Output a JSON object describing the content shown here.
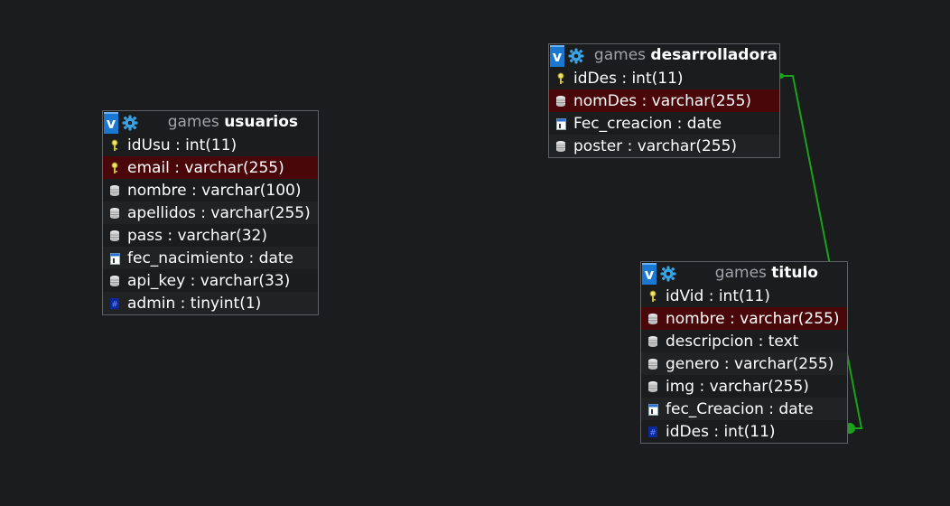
{
  "colors": {
    "background": "#1b1c1e",
    "header_button": "#1a78d2",
    "selected_row": "#4a0709",
    "relation_line": "#1aa31a",
    "db_prefix": "#a0a3a8"
  },
  "tables": {
    "usuarios": {
      "db": "games",
      "name": "usuarios",
      "header_icons": [
        "view-toggle-icon",
        "gear-icon"
      ],
      "columns": [
        {
          "label": "idUsu : int(11)",
          "icon": "key-icon"
        },
        {
          "label": "email : varchar(255)",
          "icon": "key-icon"
        },
        {
          "label": "nombre : varchar(100)",
          "icon": "text-column-icon"
        },
        {
          "label": "apellidos : varchar(255)",
          "icon": "text-column-icon"
        },
        {
          "label": "pass : varchar(32)",
          "icon": "text-column-icon"
        },
        {
          "label": "fec_nacimiento : date",
          "icon": "date-column-icon"
        },
        {
          "label": "api_key : varchar(33)",
          "icon": "text-column-icon"
        },
        {
          "label": "admin : tinyint(1)",
          "icon": "number-column-icon"
        }
      ]
    },
    "desarrolladora": {
      "db": "games",
      "name": "desarrolladora",
      "header_icons": [
        "view-toggle-icon",
        "gear-icon"
      ],
      "columns": [
        {
          "label": "idDes : int(11)",
          "icon": "key-icon"
        },
        {
          "label": "nomDes : varchar(255)",
          "icon": "text-column-icon"
        },
        {
          "label": "Fec_creacion : date",
          "icon": "date-column-icon"
        },
        {
          "label": "poster : varchar(255)",
          "icon": "text-column-icon"
        }
      ]
    },
    "titulo": {
      "db": "games",
      "name": "titulo",
      "header_icons": [
        "view-toggle-icon",
        "gear-icon"
      ],
      "columns": [
        {
          "label": "idVid : int(11)",
          "icon": "key-icon"
        },
        {
          "label": "nombre : varchar(255)",
          "icon": "text-column-icon"
        },
        {
          "label": "descripcion : text",
          "icon": "text-column-icon"
        },
        {
          "label": "genero : varchar(255)",
          "icon": "text-column-icon"
        },
        {
          "label": "img : varchar(255)",
          "icon": "text-column-icon"
        },
        {
          "label": "fec_Creacion : date",
          "icon": "date-column-icon"
        },
        {
          "label": "idDes : int(11)",
          "icon": "number-column-icon"
        }
      ]
    }
  },
  "relations": [
    {
      "from": "titulo.idDes",
      "to": "desarrolladora.idDes"
    }
  ]
}
